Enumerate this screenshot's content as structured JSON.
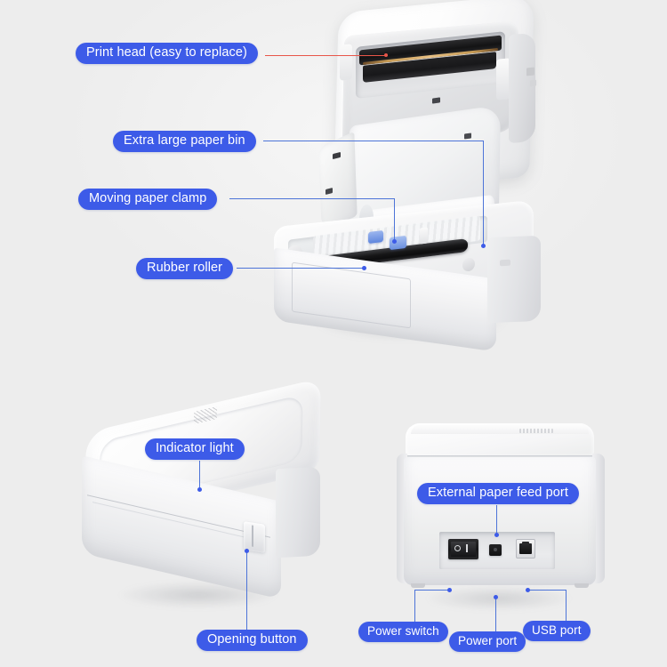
{
  "graphic": {
    "type": "product-feature-infographic",
    "subject": "thermal label printer",
    "background_color": "#ededed",
    "accent_color": "#3d5be8",
    "callout_text_color": "#ffffff",
    "connector_color": "#4d74d8",
    "highlight_connector_color": "#e8564a"
  },
  "sections": {
    "top": {
      "name": "open-printer-view",
      "description": "printer with lid raised showing print head and paper bin"
    },
    "bottom_left": {
      "name": "closed-printer-view",
      "description": "printer closed, top three-quarter view"
    },
    "bottom_right": {
      "name": "rear-printer-view",
      "description": "printer rear panel with ports"
    }
  },
  "callouts": [
    {
      "id": "print-head",
      "label": "Print head (easy to replace)",
      "connector": "red"
    },
    {
      "id": "paper-bin",
      "label": "Extra large paper bin",
      "connector": "blue"
    },
    {
      "id": "paper-clamp",
      "label": "Moving paper clamp",
      "connector": "blue"
    },
    {
      "id": "rubber-roller",
      "label": "Rubber roller",
      "connector": "blue"
    },
    {
      "id": "indicator-light",
      "label": "Indicator light",
      "connector": "blue"
    },
    {
      "id": "opening-button",
      "label": "Opening button",
      "connector": "blue"
    },
    {
      "id": "paper-feed-port",
      "label": "External paper feed port",
      "connector": "blue"
    },
    {
      "id": "power-switch",
      "label": "Power switch",
      "connector": "blue"
    },
    {
      "id": "power-port",
      "label": "Power port",
      "connector": "blue"
    },
    {
      "id": "usb-port",
      "label": "USB port",
      "connector": "blue"
    }
  ]
}
